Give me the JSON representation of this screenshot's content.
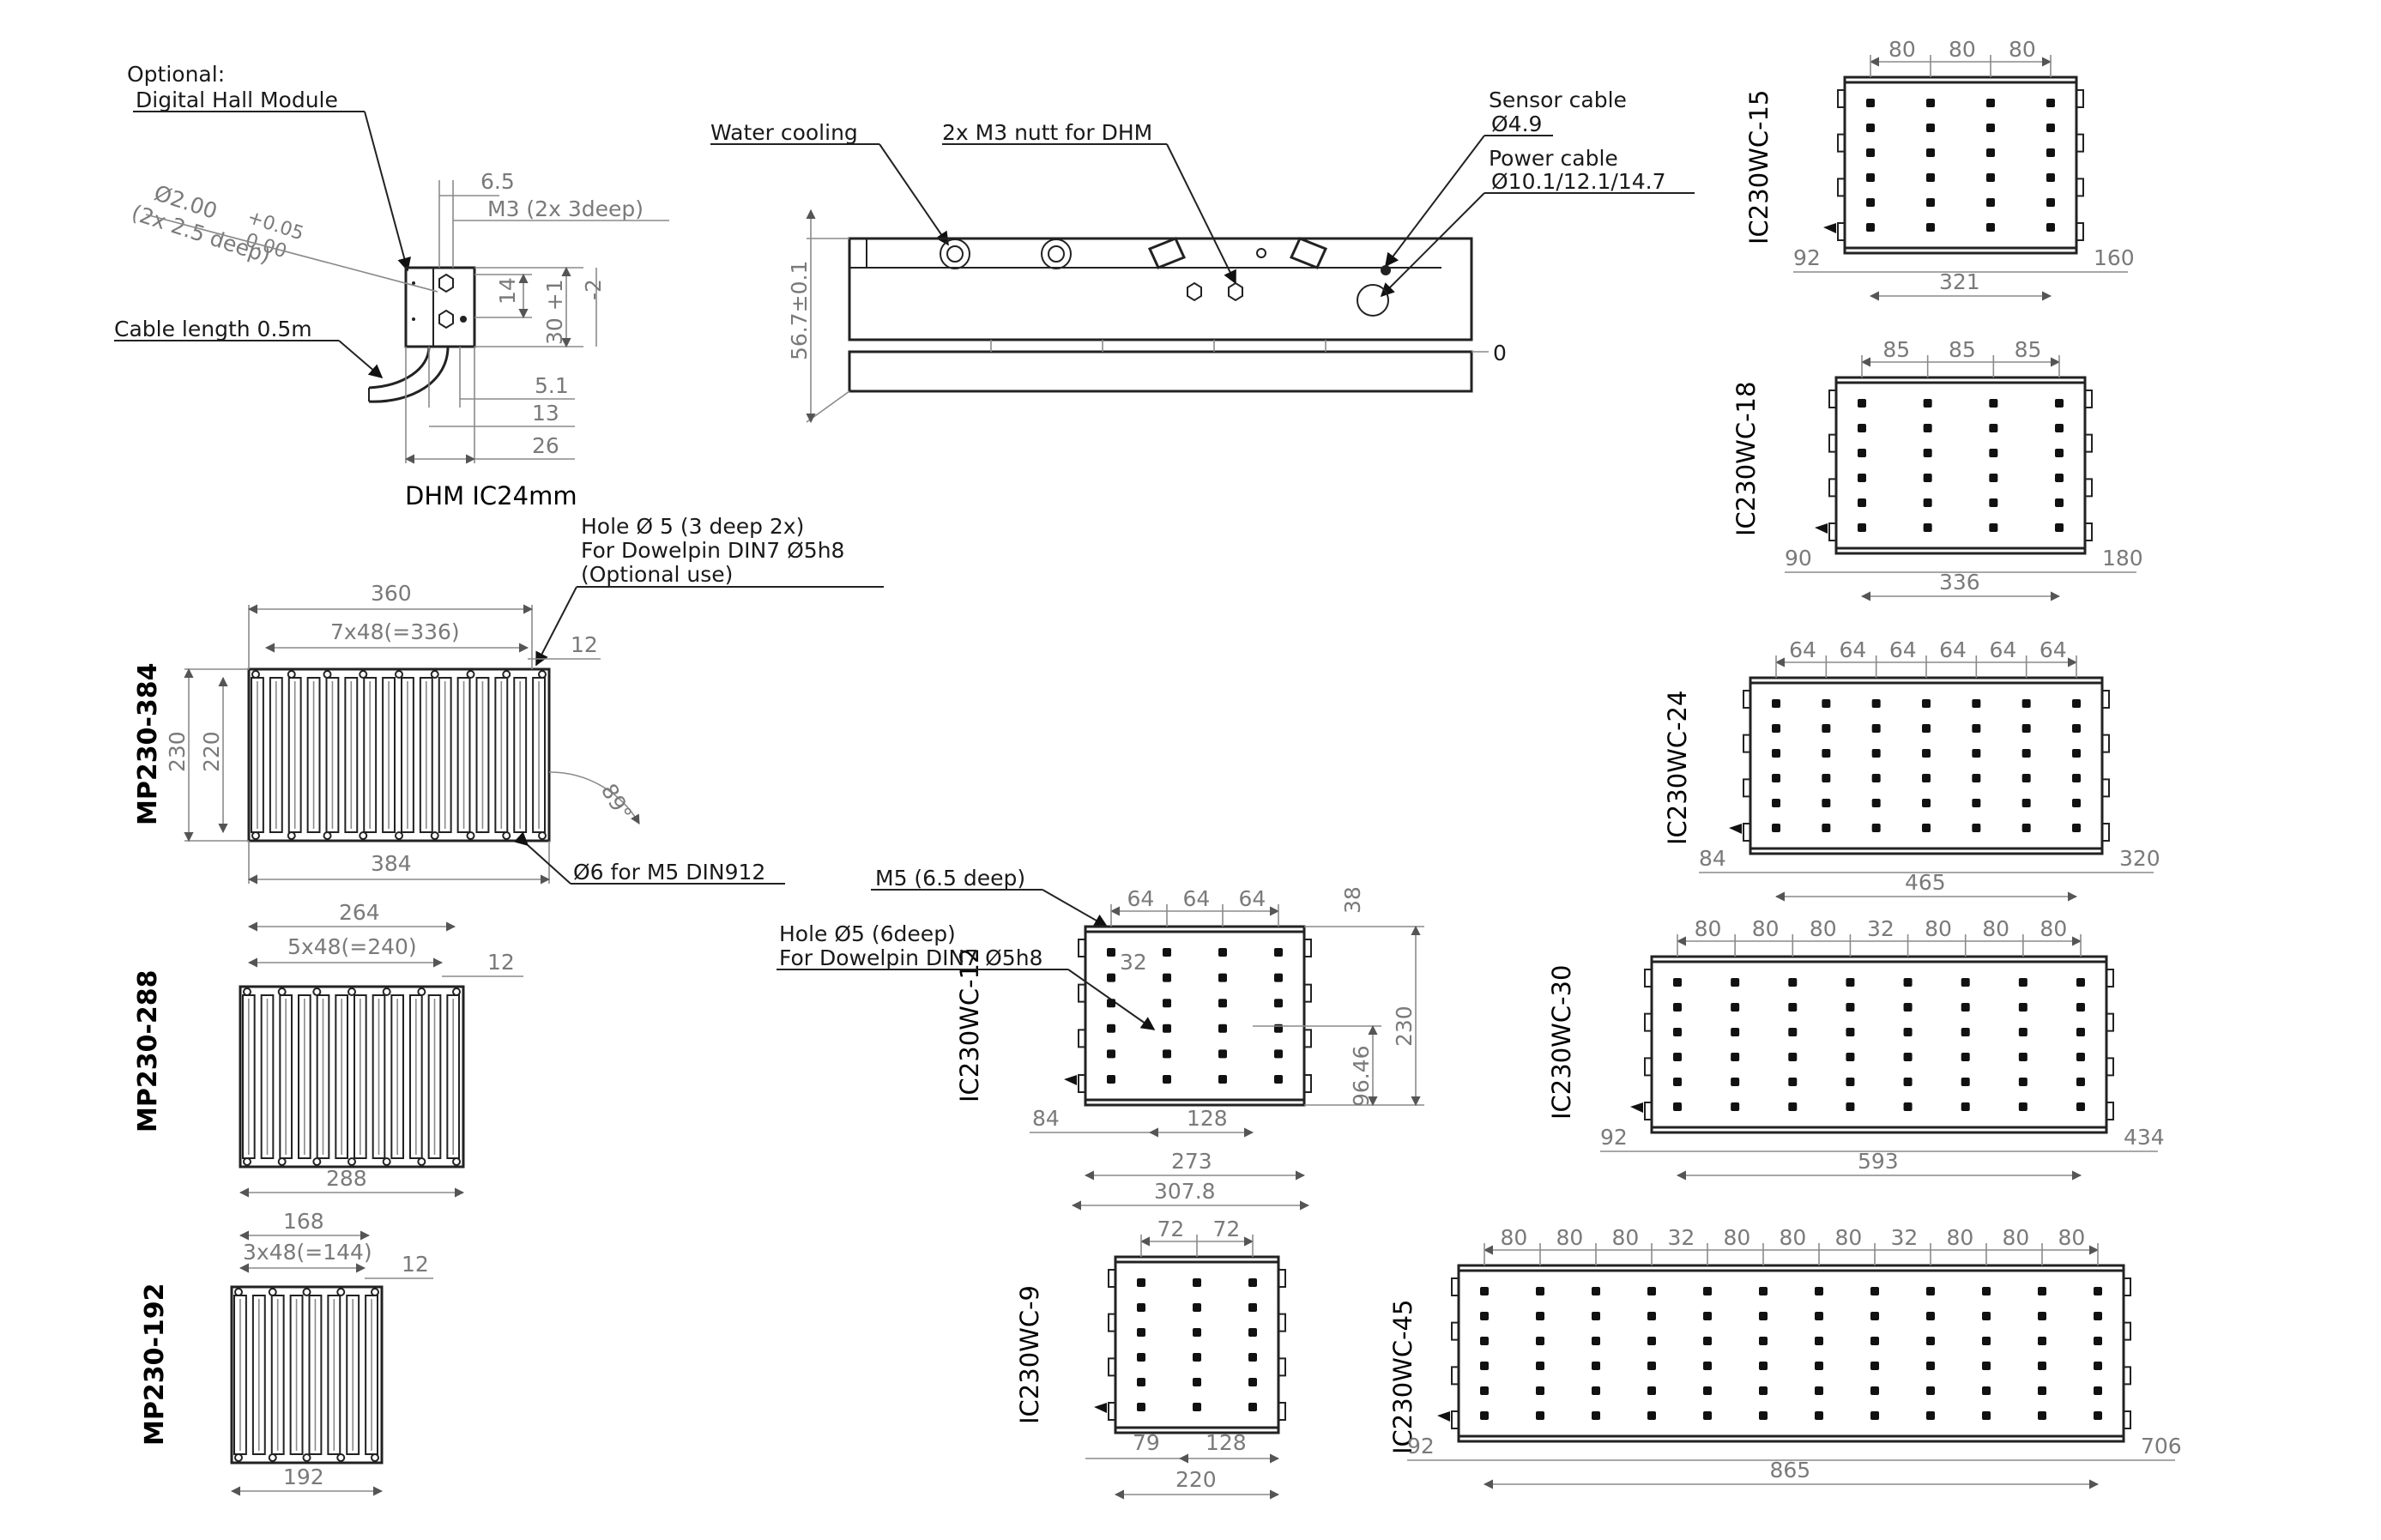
{
  "dhm": {
    "optional_label": "Optional:",
    "module_label": "Digital Hall Module",
    "hole_dia": "Ø2.00",
    "hole_tol_plus": "+0.05",
    "hole_tol_minus": "0.00",
    "hole_note": "(2x 2.5 deep)",
    "cable_label": "Cable length 0.5m",
    "dims": [
      "6.5",
      "M3 (2x 3deep)",
      "14",
      "30 +1",
      "-2",
      "5.1",
      "13",
      "26"
    ],
    "caption": "DHM IC24mm"
  },
  "side_view": {
    "water_cooling": "Water cooling",
    "m3_nut": "2x M3 nutt for DHM",
    "sensor_cable": "Sensor cable",
    "sensor_dia": "Ø4.9",
    "power_cable": "Power cable",
    "power_dia": "Ø10.1/12.1/14.7",
    "height": "56.7±0.1",
    "zero": "0"
  },
  "mp384": {
    "title": "MP230-384",
    "hole_line1": "Hole Ø 5 (3 deep 2x)",
    "hole_line2": "For Dowelpin DIN7 Ø5h8",
    "hole_line3": "(Optional use)",
    "top": "360",
    "pitch": "7x48(=336)",
    "edge": "12",
    "h_outer": "230",
    "h_inner": "220",
    "angle": "89°",
    "bottom": "384",
    "screw": "Ø6 for M5 DIN912"
  },
  "mp288": {
    "title": "MP230-288",
    "top": "264",
    "pitch": "5x48(=240)",
    "edge": "12",
    "bottom": "288"
  },
  "mp192": {
    "title": "MP230-192",
    "top": "168",
    "pitch": "3x48(=144)",
    "edge": "12",
    "bottom": "192"
  },
  "ic12": {
    "title": "IC230WC-12",
    "m5": "M5 (6.5 deep)",
    "hole_line1": "Hole Ø5 (6deep)",
    "hole_line2": "For Dowelpin DIN7 Ø5h8",
    "top": [
      "64",
      "64",
      "64"
    ],
    "d32": "32",
    "d38": "38",
    "d230": "230",
    "d9646": "96.46",
    "d84": "84",
    "d128": "128",
    "d273": "273",
    "d3078": "307.8"
  },
  "ic9": {
    "title": "IC230WC-9",
    "top": [
      "72",
      "72"
    ],
    "d79": "79",
    "d128": "128",
    "d220": "220"
  },
  "ic15": {
    "title": "IC230WC-15",
    "top": [
      "80",
      "80",
      "80"
    ],
    "left": "92",
    "right": "160",
    "total": "321"
  },
  "ic18": {
    "title": "IC230WC-18",
    "top": [
      "85",
      "85",
      "85"
    ],
    "left": "90",
    "right": "180",
    "total": "336"
  },
  "ic24": {
    "title": "IC230WC-24",
    "top": [
      "64",
      "64",
      "64",
      "64",
      "64",
      "64"
    ],
    "left": "84",
    "right": "320",
    "total": "465"
  },
  "ic30": {
    "title": "IC230WC-30",
    "top": [
      "80",
      "80",
      "80",
      "32",
      "80",
      "80",
      "80"
    ],
    "left": "92",
    "right": "434",
    "total": "593"
  },
  "ic45": {
    "title": "IC230WC-45",
    "top": [
      "80",
      "80",
      "80",
      "32",
      "80",
      "80",
      "80",
      "32",
      "80",
      "80",
      "80"
    ],
    "left": "92",
    "right": "706",
    "total": "865"
  }
}
